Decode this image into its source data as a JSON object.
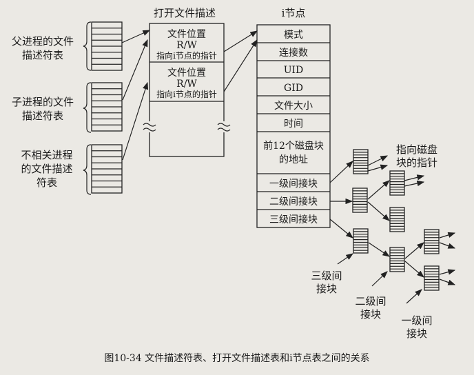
{
  "labels": {
    "parent_table": [
      "父进程的文件",
      "描述符表"
    ],
    "child_table": [
      "子进程的文件",
      "描述符表"
    ],
    "unrelated_table": [
      "不相关进程",
      "的文件描述",
      "符表"
    ],
    "open_file_title": "打开文件描述",
    "inode_title": "i节点",
    "disk_pointer": [
      "指向磁盘",
      "块的指针"
    ],
    "triple_indirect": [
      "三级间",
      "接块"
    ],
    "double_indirect": [
      "二级间",
      "接块"
    ],
    "single_indirect": [
      "一级间",
      "接块"
    ]
  },
  "open_file_entries": [
    {
      "position": "文件位置",
      "mode": "R/W",
      "pointer": "指向i节点的指针"
    },
    {
      "position": "文件位置",
      "mode": "R/W",
      "pointer": "指向i节点的指针"
    }
  ],
  "inode_fields": [
    "模式",
    "连接数",
    "UID",
    "GID",
    "文件大小",
    "时间",
    "前12个磁盘块",
    "的地址",
    "一级间接块",
    "二级间接块",
    "三级间接块"
  ],
  "caption": "图10-34   文件描述符表、打开文件描述表和i节点表之间的关系"
}
